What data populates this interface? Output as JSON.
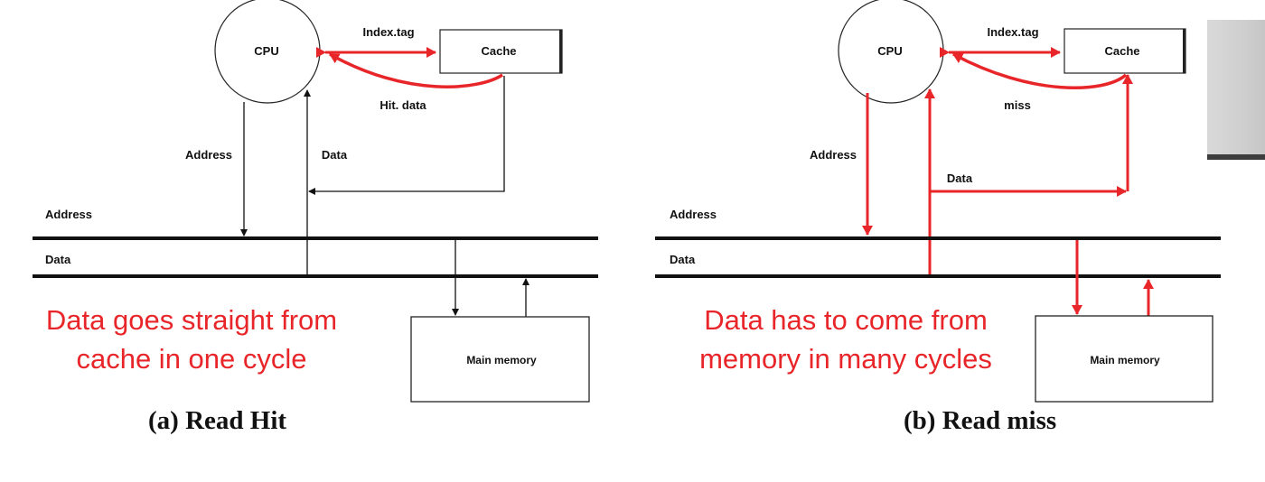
{
  "colors": {
    "highlight": "#e8262a",
    "line": "#111111",
    "background": "#ffffff"
  },
  "panels": [
    {
      "cpu": "CPU",
      "cache": "Cache",
      "index_tag": "Index.tag",
      "cache_signal": "Hit. data",
      "address_label": "Address",
      "data_label": "Data",
      "bus_address": "Address",
      "bus_data": "Data",
      "memory": "Main memory",
      "note_line1": "Data goes straight from",
      "note_line2": "cache in one cycle",
      "caption": "(a) Read Hit"
    },
    {
      "cpu": "CPU",
      "cache": "Cache",
      "index_tag": "Index.tag",
      "cache_signal": "miss",
      "address_label": "Address",
      "data_label": "Data",
      "bus_address": "Address",
      "bus_data": "Data",
      "memory": "Main memory",
      "note_line1": "Data has to come from",
      "note_line2": "memory in many cycles",
      "caption": "(b) Read miss"
    }
  ]
}
